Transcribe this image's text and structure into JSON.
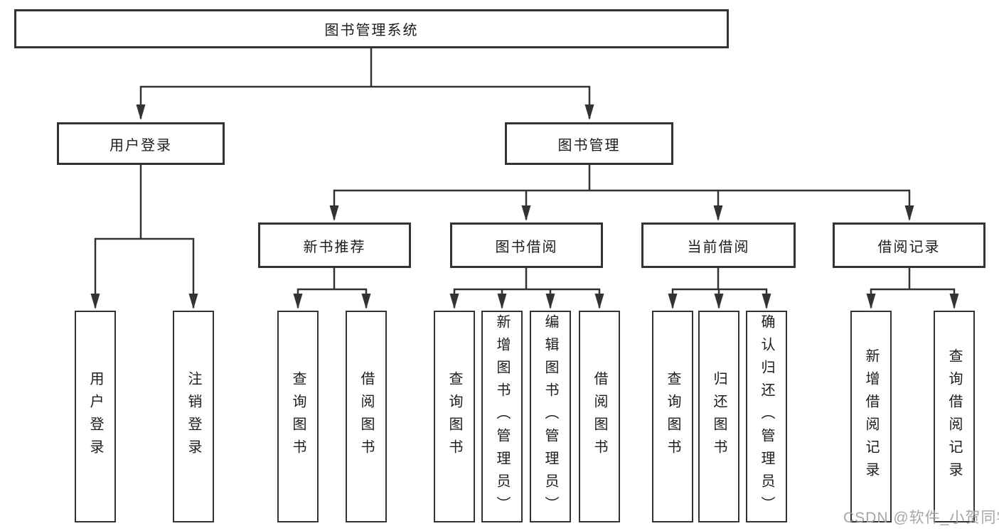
{
  "diagram": {
    "tree": {
      "label": "图书管理系统",
      "children": [
        {
          "label": "用户登录",
          "children": [
            {
              "label": "用户登录"
            },
            {
              "label": "注销登录"
            }
          ]
        },
        {
          "label": "图书管理",
          "children": [
            {
              "label": "新书推荐",
              "children": [
                {
                  "label": "查询图书"
                },
                {
                  "label": "借阅图书"
                }
              ]
            },
            {
              "label": "图书借阅",
              "children": [
                {
                  "label": "查询图书"
                },
                {
                  "label": "新增图书（管理员）"
                },
                {
                  "label": "编辑图书（管理员）"
                },
                {
                  "label": "借阅图书"
                }
              ]
            },
            {
              "label": "当前借阅",
              "children": [
                {
                  "label": "查询图书"
                },
                {
                  "label": "归还图书"
                },
                {
                  "label": "确认归还（管理员）"
                }
              ]
            },
            {
              "label": "借阅记录",
              "children": [
                {
                  "label": "新增借阅记录"
                },
                {
                  "label": "查询借阅记录"
                }
              ]
            }
          ]
        }
      ]
    },
    "watermark": "CSDN @软件_小贺同学",
    "colors": {
      "line": "#333333",
      "box_border": "#333333",
      "text": "#1c1c1c",
      "watermark": "#9e9e9e",
      "background": "#ffffff"
    }
  }
}
